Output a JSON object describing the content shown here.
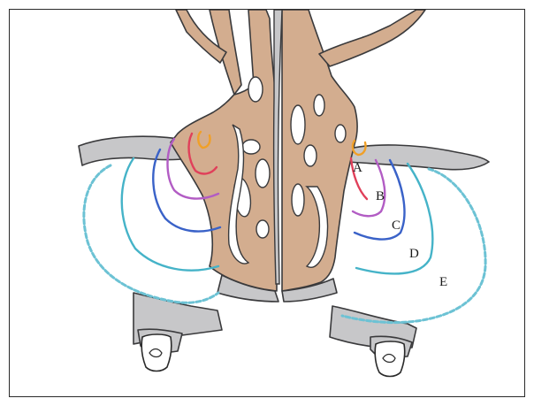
{
  "figure": {
    "labels": {
      "a": "A",
      "b": "B",
      "c": "C",
      "d": "D",
      "e": "E"
    },
    "colors": {
      "bone": "#c7c7c9",
      "bone_edge": "#3a3a3c",
      "mucosa": "#d3ad8f",
      "cavity": "#ffffff",
      "contour_a": "#f0a028",
      "contour_b": "#e0405a",
      "contour_c": "#b25cc4",
      "contour_d": "#3a62c8",
      "contour_e": "#45b3c8",
      "contour_dashed": "#6cc2d4"
    }
  }
}
